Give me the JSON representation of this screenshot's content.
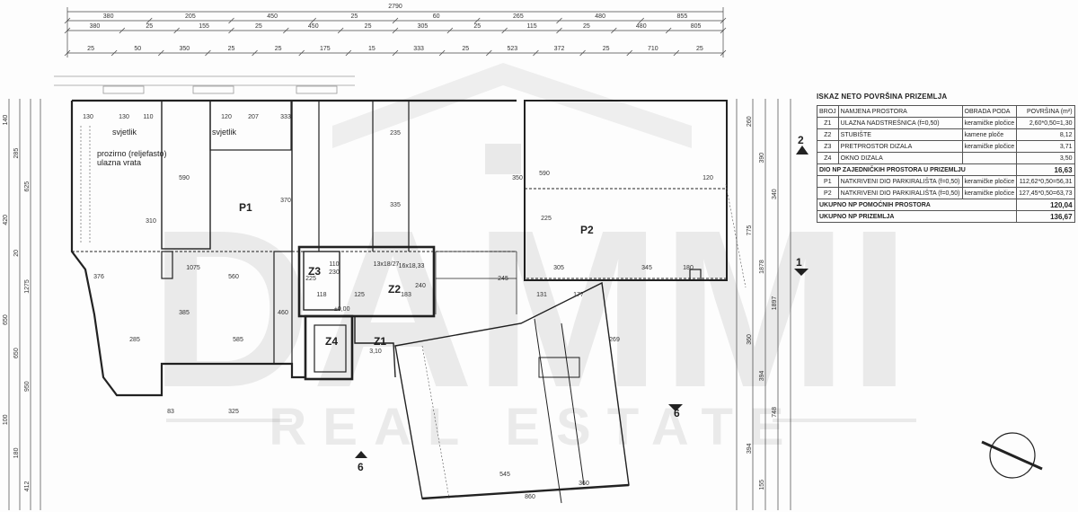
{
  "plan": {
    "rooms": {
      "p1": "P1",
      "p2": "P2",
      "z1": "Z1",
      "z2": "Z2",
      "z3": "Z3",
      "z4": "Z4"
    },
    "room_notes": {
      "p1_note_a": "svjetlik",
      "p1_note_b": "svjetlik",
      "p1_note_c1": "prozirno (reljefasto)",
      "p1_note_c2": "ulazna vrata"
    },
    "level_mark": "±0,00",
    "section_marks": {
      "s1": "1",
      "s2": "2",
      "s6a": "6",
      "s6b": "6"
    },
    "top_dims": {
      "row1_total": "2790",
      "row2": [
        "380",
        "205",
        "450",
        "25",
        "60",
        "265",
        "480",
        "855"
      ],
      "row3": [
        "380",
        "25",
        "155",
        "25",
        "450",
        "25",
        "305",
        "25",
        "115",
        "25",
        "480",
        "805"
      ],
      "row4": [
        "25",
        "50",
        "350",
        "25",
        "25",
        "175",
        "15",
        "333",
        "25",
        "523",
        "372",
        "25",
        "710",
        "25"
      ]
    },
    "left_dims": [
      "140",
      "285",
      "625",
      "420",
      "20",
      "1275",
      "650",
      "650",
      "950",
      "100",
      "180",
      "412"
    ],
    "right_dims": [
      "260",
      "390",
      "340",
      "775",
      "1878",
      "1897",
      "360",
      "394",
      "748",
      "394",
      "155"
    ],
    "inner_dims": [
      "130",
      "130",
      "110",
      "120",
      "207",
      "333",
      "590",
      "370",
      "1075",
      "235",
      "335",
      "350",
      "310",
      "376",
      "560",
      "285",
      "585",
      "385",
      "460",
      "83",
      "325",
      "110",
      "230",
      "225",
      "118",
      "125",
      "183",
      "240",
      "305",
      "345",
      "120",
      "225",
      "590",
      "180",
      "177",
      "131",
      "245",
      "269",
      "545",
      "860",
      "360",
      "3,10",
      "13x18/27",
      "16x18,33"
    ]
  },
  "schedule": {
    "title": "ISKAZ NETO POVRŠINA PRIZEMLJA",
    "headers": [
      "BROJ",
      "NAMJENA PROSTORA",
      "OBRADA PODA",
      "POVRŠINA (m²)"
    ],
    "rows": [
      [
        "Z1",
        "ULAZNA NADSTREŠNICA (f=0,50)",
        "keramičke pločice",
        "2,60*0,50=1,30"
      ],
      [
        "Z2",
        "STUBIŠTE",
        "kamene ploče",
        "8,12"
      ],
      [
        "Z3",
        "PRETPROSTOR DIZALA",
        "keramičke pločice",
        "3,71"
      ],
      [
        "Z4",
        "OKNO DIZALA",
        "",
        "3,50"
      ]
    ],
    "subtotal1": {
      "label": "DIO NP ZAJEDNIČKIH PROSTORA U PRIZEMLJU",
      "value": "16,63"
    },
    "rows2": [
      [
        "P1",
        "NATKRIVENI DIO PARKIRALIŠTA (f=0,50)",
        "keramičke pločice",
        "112,62*0,50=56,31"
      ],
      [
        "P2",
        "NATKRIVENI DIO PARKIRALIŠTA (f=0,50)",
        "keramičke pločice",
        "127,45*0,50=63,73"
      ]
    ],
    "subtotal2": {
      "label": "UKUPNO NP POMOĆNIH PROSTORA",
      "value": "120,04"
    },
    "total": {
      "label": "UKUPNO NP PRIZEMLJA",
      "value": "136,67"
    }
  },
  "watermark": {
    "brand": "DAMMI",
    "tagline": "REAL ESTATE"
  }
}
